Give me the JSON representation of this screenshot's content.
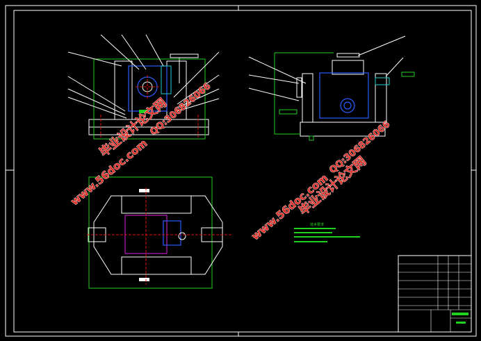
{
  "drawing": {
    "tech_requirements_heading": "技术要求",
    "watermarks": {
      "site_name": "毕业设计论文网",
      "url": "www.56doc.com",
      "qq": "QQ:306826066"
    },
    "colors": {
      "background": "#000000",
      "lines": "#ffffff",
      "dimension": "#1fd21f",
      "hidden": "#2a5cff",
      "center": "#e01010",
      "watermark": "#e0302a"
    }
  }
}
